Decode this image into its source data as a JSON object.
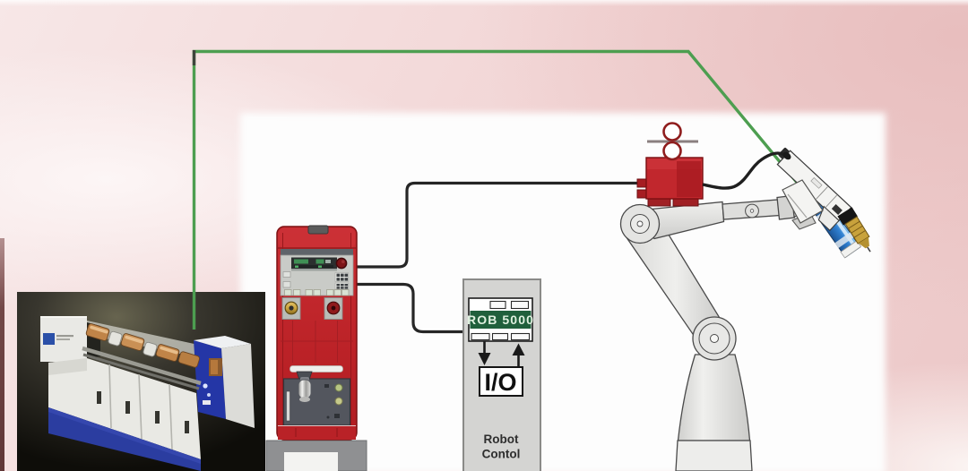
{
  "labels": {
    "rob_module": "ROB 5000",
    "io_box": "I/O",
    "robot_control_line1": "Robot",
    "robot_control_line2": "Contol"
  },
  "colors": {
    "wire_green": "#4d9e50",
    "equipment_red": "#c1272d",
    "display_green_bg": "#20603c",
    "torch_blue": "#2f7fd0",
    "contact_tip_gold": "#c8a23c",
    "machine_blue": "#2b3da0",
    "background_pink": "#eec9c9",
    "cable_black": "#262626"
  }
}
